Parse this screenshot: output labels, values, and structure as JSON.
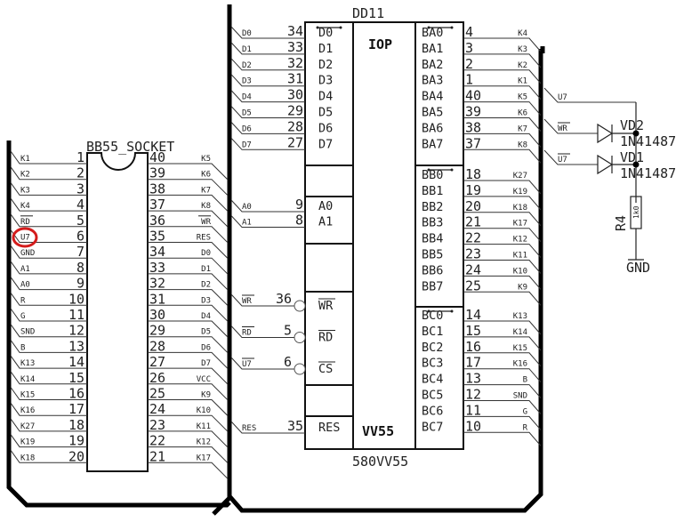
{
  "socket": {
    "title": "BB55_SOCKET",
    "left_pins": [
      {
        "num": "1",
        "net": "K1"
      },
      {
        "num": "2",
        "net": "K2"
      },
      {
        "num": "3",
        "net": "K3"
      },
      {
        "num": "4",
        "net": "K4"
      },
      {
        "num": "5",
        "net": "RD",
        "overline": true
      },
      {
        "num": "6",
        "net": "U7",
        "highlighted": true
      },
      {
        "num": "7",
        "net": "GND"
      },
      {
        "num": "8",
        "net": "A1"
      },
      {
        "num": "9",
        "net": "A0"
      },
      {
        "num": "10",
        "net": "R"
      },
      {
        "num": "11",
        "net": "G"
      },
      {
        "num": "12",
        "net": "SND"
      },
      {
        "num": "13",
        "net": "B"
      },
      {
        "num": "14",
        "net": "K13"
      },
      {
        "num": "15",
        "net": "K14"
      },
      {
        "num": "16",
        "net": "K15"
      },
      {
        "num": "17",
        "net": "K16"
      },
      {
        "num": "18",
        "net": "K27"
      },
      {
        "num": "19",
        "net": "K19"
      },
      {
        "num": "20",
        "net": "K18"
      }
    ],
    "right_pins": [
      {
        "num": "40",
        "net": "K5"
      },
      {
        "num": "39",
        "net": "K6"
      },
      {
        "num": "38",
        "net": "K7"
      },
      {
        "num": "37",
        "net": "K8"
      },
      {
        "num": "36",
        "net": "WR",
        "overline": true
      },
      {
        "num": "35",
        "net": "RES"
      },
      {
        "num": "34",
        "net": "D0"
      },
      {
        "num": "33",
        "net": "D1"
      },
      {
        "num": "32",
        "net": "D2"
      },
      {
        "num": "31",
        "net": "D3"
      },
      {
        "num": "30",
        "net": "D4"
      },
      {
        "num": "29",
        "net": "D5"
      },
      {
        "num": "28",
        "net": "D6"
      },
      {
        "num": "27",
        "net": "D7"
      },
      {
        "num": "26",
        "net": "VCC"
      },
      {
        "num": "25",
        "net": "K9"
      },
      {
        "num": "24",
        "net": "K10"
      },
      {
        "num": "23",
        "net": "K11"
      },
      {
        "num": "22",
        "net": "K12"
      },
      {
        "num": "21",
        "net": "K17"
      }
    ]
  },
  "chip": {
    "refdes": "DD11",
    "part": "580VV55",
    "center_top": "IOP",
    "center_bottom": "VV55",
    "data_pins": [
      {
        "num": "34",
        "net": "D0",
        "sig": "D0"
      },
      {
        "num": "33",
        "net": "D1",
        "sig": "D1"
      },
      {
        "num": "32",
        "net": "D2",
        "sig": "D2"
      },
      {
        "num": "31",
        "net": "D3",
        "sig": "D3"
      },
      {
        "num": "30",
        "net": "D4",
        "sig": "D4"
      },
      {
        "num": "29",
        "net": "D5",
        "sig": "D5"
      },
      {
        "num": "28",
        "net": "D6",
        "sig": "D6"
      },
      {
        "num": "27",
        "net": "D7",
        "sig": "D7"
      }
    ],
    "addr_pins": [
      {
        "num": "9",
        "net": "A0",
        "sig": "A0"
      },
      {
        "num": "8",
        "net": "A1",
        "sig": "A1"
      }
    ],
    "ctrl_pins": [
      {
        "num": "36",
        "net": "WR",
        "sig": "WR"
      },
      {
        "num": "5",
        "net": "RD",
        "sig": "RD"
      },
      {
        "num": "6",
        "net": "U7",
        "sig": "CS"
      }
    ],
    "reset_pin": {
      "num": "35",
      "net": "RES",
      "sig": "RES"
    },
    "port_a": [
      {
        "num": "4",
        "net": "K4",
        "sig": "BA0"
      },
      {
        "num": "3",
        "net": "K3",
        "sig": "BA1"
      },
      {
        "num": "2",
        "net": "K2",
        "sig": "BA2"
      },
      {
        "num": "1",
        "net": "K1",
        "sig": "BA3"
      },
      {
        "num": "40",
        "net": "K5",
        "sig": "BA4"
      },
      {
        "num": "39",
        "net": "K6",
        "sig": "BA5"
      },
      {
        "num": "38",
        "net": "K7",
        "sig": "BA6"
      },
      {
        "num": "37",
        "net": "K8",
        "sig": "BA7"
      }
    ],
    "port_b": [
      {
        "num": "18",
        "net": "K27",
        "sig": "BB0"
      },
      {
        "num": "19",
        "net": "K19",
        "sig": "BB1"
      },
      {
        "num": "20",
        "net": "K18",
        "sig": "BB2"
      },
      {
        "num": "21",
        "net": "K17",
        "sig": "BB3"
      },
      {
        "num": "22",
        "net": "K12",
        "sig": "BB4"
      },
      {
        "num": "23",
        "net": "K11",
        "sig": "BB5"
      },
      {
        "num": "24",
        "net": "K10",
        "sig": "BB6"
      },
      {
        "num": "25",
        "net": "K9",
        "sig": "BB7"
      }
    ],
    "port_c": [
      {
        "num": "14",
        "net": "K13",
        "sig": "BC0"
      },
      {
        "num": "15",
        "net": "K14",
        "sig": "BC1"
      },
      {
        "num": "16",
        "net": "K15",
        "sig": "BC2"
      },
      {
        "num": "17",
        "net": "K16",
        "sig": "BC3"
      },
      {
        "num": "13",
        "net": "B",
        "sig": "BC4"
      },
      {
        "num": "12",
        "net": "SND",
        "sig": "BC5"
      },
      {
        "num": "11",
        "net": "G",
        "sig": "BC6"
      },
      {
        "num": "10",
        "net": "R",
        "sig": "BC7"
      }
    ]
  },
  "right_circuit": {
    "nets": [
      {
        "net": "U7"
      },
      {
        "net": "WR",
        "overline": true
      },
      {
        "net": "U7",
        "overline": true
      }
    ],
    "diodes": [
      {
        "refdes": "VD2",
        "part": "1N41487"
      },
      {
        "refdes": "VD1",
        "part": "1N41487"
      }
    ],
    "resistor": {
      "refdes": "R4",
      "value": "1k0"
    },
    "ground": "GND"
  },
  "highlight": {
    "color": "#d41c1c",
    "target": "U7"
  }
}
